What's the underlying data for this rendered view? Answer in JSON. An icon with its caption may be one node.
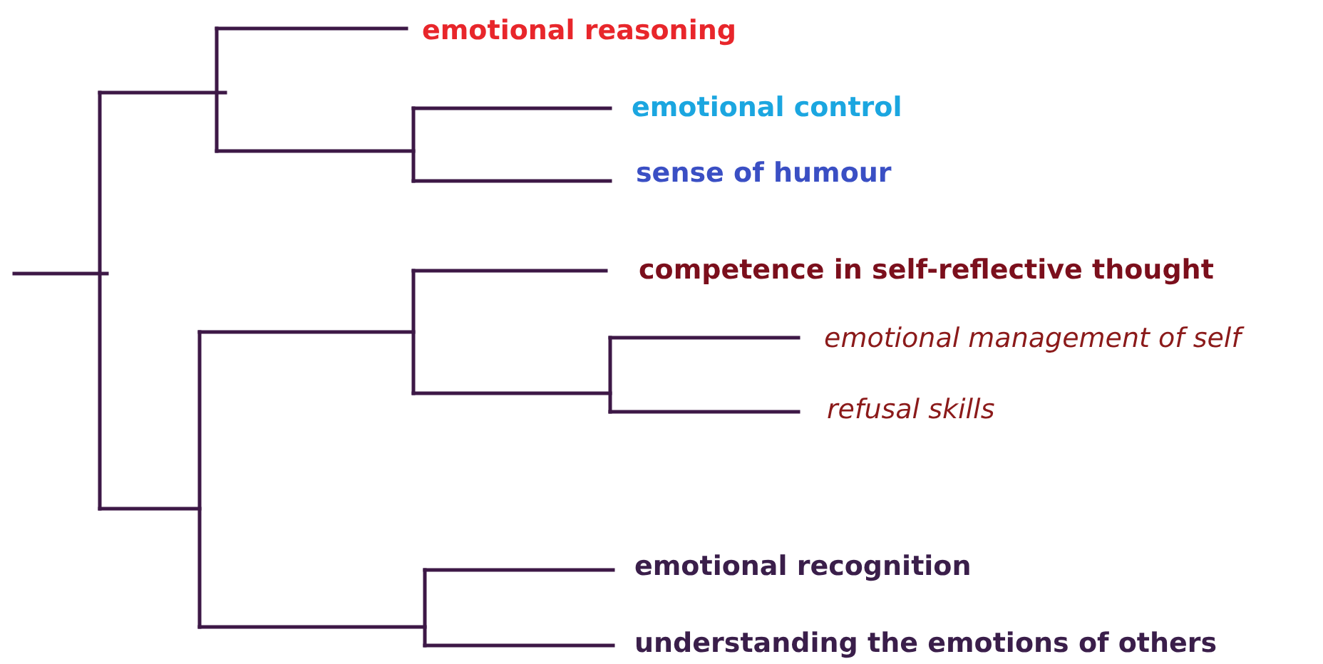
{
  "diagram": {
    "labels": [
      "emotional reasoning",
      "emotional control",
      "sense of humour",
      "competence in self-reflective thought",
      "emotional management of self",
      "refusal skills",
      "emotional recognition",
      "understanding the emotions of others"
    ]
  }
}
